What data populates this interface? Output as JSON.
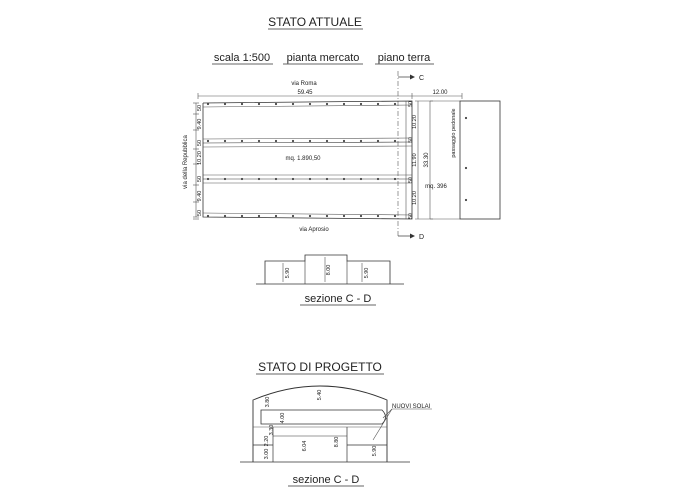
{
  "upper": {
    "title": "STATO ATTUALE",
    "scale_label": "scala 1:500",
    "plan_label": "pianta mercato",
    "floor_label": "piano terra",
    "street_top": "via Roma",
    "street_bottom": "via Aprosio",
    "street_left": "via della Repubblica",
    "walkway_label": "passaggio pedonale",
    "cut_top": "C",
    "cut_bottom": "D",
    "dim_main_width": "59.45",
    "dim_side_width": "12.00",
    "area_main": "mq. 1.890,50",
    "area_side": "mq. 396",
    "left_dims": [
      "50",
      "9.40",
      "50",
      "10.20",
      "50",
      "9.40",
      "50"
    ],
    "right_dims": [
      "10.20",
      "11.90",
      "10.20"
    ],
    "right_ticks": [
      "50",
      "50",
      "50",
      "50"
    ],
    "right_total": "33.30",
    "section_dims": [
      "5.90",
      "8.00",
      "5.90"
    ],
    "section_title": "sezione C - D"
  },
  "lower": {
    "title": "STATO DI PROGETTO",
    "new_floors_label": "NUOVI SOLAI",
    "dims": [
      "3.80",
      "5.40",
      "3.30",
      "4.00",
      "2.20",
      "6.04",
      "8.80",
      "3.00",
      "5.90"
    ],
    "section_title": "sezione C - D"
  }
}
